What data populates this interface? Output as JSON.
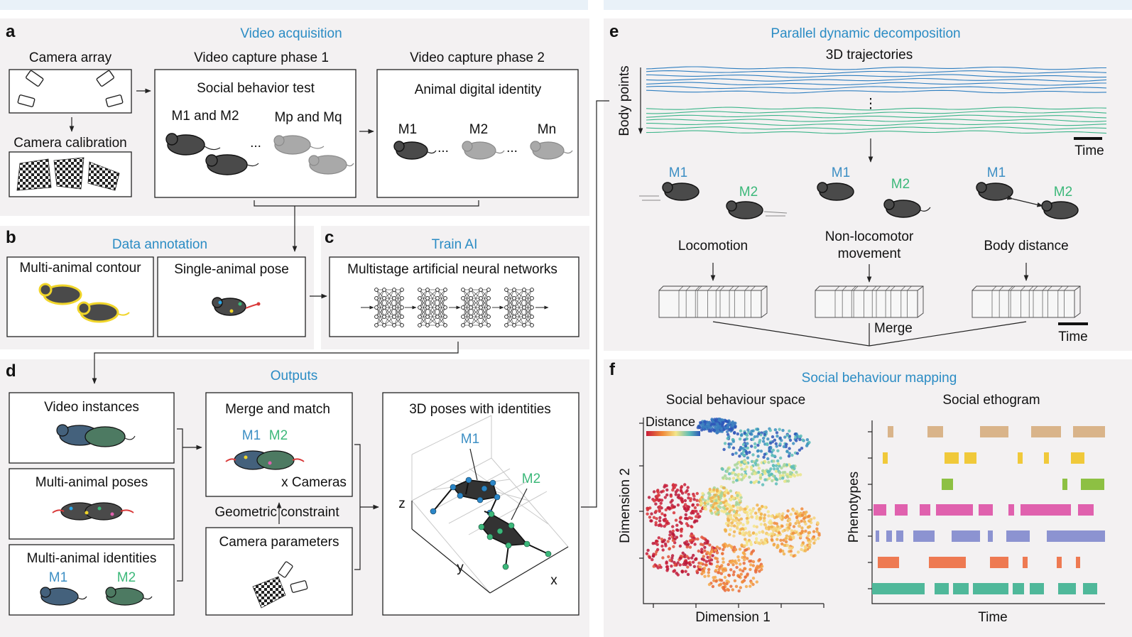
{
  "panel_a": {
    "letter": "a",
    "title": "Video acquisition",
    "camera_array": "Camera array",
    "camera_calibration": "Camera calibration",
    "phase1": "Video capture phase 1",
    "phase2": "Video capture phase 2",
    "social_test": "Social behavior test",
    "m1m2": "M1 and M2",
    "mpmq": "Mp and Mq",
    "dots": "...",
    "digital_identity": "Animal digital identity",
    "m1": "M1",
    "m2": "M2",
    "mn": "Mn",
    "ellipsis": "..."
  },
  "panel_b": {
    "letter": "b",
    "title": "Data annotation",
    "contour": "Multi-animal contour",
    "pose": "Single-animal pose"
  },
  "panel_c": {
    "letter": "c",
    "title": "Train AI",
    "networks": "Multistage artificial neural networks"
  },
  "panel_d": {
    "letter": "d",
    "title": "Outputs",
    "video_instances": "Video instances",
    "poses": "Multi-animal poses",
    "identities": "Multi-animal identities",
    "m1": "M1",
    "m2": "M2",
    "merge_match": "Merge and match",
    "x_cameras": "x Cameras",
    "geometric_constraint": "Geometric constraint",
    "camera_parameters": "Camera parameters",
    "poses_3d": "3D poses with identities",
    "axis_z": "z",
    "axis_y": "y",
    "axis_x": "x"
  },
  "panel_e": {
    "letter": "e",
    "title": "Parallel dynamic decomposition",
    "trajectories": "3D trajectories",
    "body_points": "Body points",
    "vdots": "⋮",
    "time": "Time",
    "m1": "M1",
    "m2": "M2",
    "locomotion": "Locomotion",
    "nonloco_1": "Non-locomotor",
    "nonloco_2": "movement",
    "body_distance": "Body distance",
    "merge": "Merge"
  },
  "panel_f": {
    "letter": "f",
    "title": "Social behaviour mapping",
    "space": "Social behaviour space",
    "distance": "Distance",
    "dim1": "Dimension 1",
    "dim2": "Dimension 2",
    "ethogram": "Social ethogram",
    "phenotypes": "Phenotypes",
    "time": "Time"
  },
  "colors": {
    "title_blue": "#2b8cc4",
    "m1_blue": "#3d8fc4",
    "m2_green": "#3cb87a",
    "panel_bg": "#f3f1f2",
    "trajectory_blue": "#2f7fc0",
    "trajectory_green": "#3db58a"
  },
  "ethogram": {
    "rows": [
      {
        "color": "#d9b48a",
        "segments": [
          [
            1250,
            1258
          ],
          [
            1306,
            1328
          ],
          [
            1380,
            1420
          ],
          [
            1452,
            1494
          ],
          [
            1511,
            1556
          ]
        ]
      },
      {
        "color": "#f0c93a",
        "segments": [
          [
            1243,
            1250
          ],
          [
            1330,
            1350
          ],
          [
            1358,
            1375
          ],
          [
            1433,
            1440
          ],
          [
            1470,
            1477
          ],
          [
            1508,
            1527
          ]
        ]
      },
      {
        "color": "#8dc043",
        "segments": [
          [
            1326,
            1342
          ],
          [
            1496,
            1503
          ],
          [
            1522,
            1555
          ]
        ]
      },
      {
        "color": "#e061ae",
        "segments": [
          [
            1230,
            1248
          ],
          [
            1260,
            1278
          ],
          [
            1295,
            1310
          ],
          [
            1318,
            1370
          ],
          [
            1378,
            1398
          ],
          [
            1420,
            1428
          ],
          [
            1437,
            1508
          ],
          [
            1518,
            1540
          ]
        ]
      },
      {
        "color": "#8c93d1",
        "segments": [
          [
            1233,
            1238
          ],
          [
            1248,
            1256
          ],
          [
            1262,
            1272
          ],
          [
            1286,
            1316
          ],
          [
            1340,
            1380
          ],
          [
            1391,
            1398
          ],
          [
            1417,
            1450
          ],
          [
            1474,
            1556
          ]
        ]
      },
      {
        "color": "#ee7a52",
        "segments": [
          [
            1236,
            1266
          ],
          [
            1308,
            1360
          ],
          [
            1394,
            1420
          ],
          [
            1440,
            1447
          ],
          [
            1488,
            1495
          ],
          [
            1515,
            1521
          ]
        ]
      },
      {
        "color": "#4fb89a",
        "segments": [
          [
            1228,
            1302
          ],
          [
            1316,
            1336
          ],
          [
            1342,
            1364
          ],
          [
            1370,
            1420
          ],
          [
            1426,
            1442
          ],
          [
            1450,
            1470
          ],
          [
            1490,
            1515
          ],
          [
            1525,
            1545
          ]
        ]
      }
    ]
  }
}
